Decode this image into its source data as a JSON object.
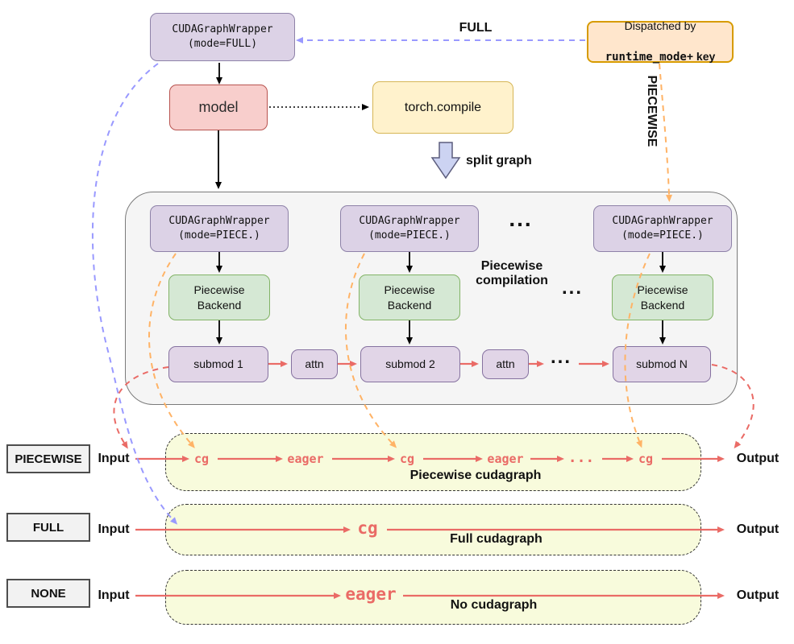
{
  "colors": {
    "purple-fill": "#dcd2e6",
    "purple-border": "#8e82a8",
    "purple2-fill": "#e1d5e7",
    "purple2-border": "#8672a0",
    "red-fill": "#f8cecc",
    "red-border": "#b85450",
    "yellow-fill": "#fff2cc",
    "yellow-border": "#d6b656",
    "orange-fill": "#ffe6cc",
    "orange-border": "#d79b00",
    "green-fill": "#d5e8d4",
    "green-border": "#82b366",
    "container-fill": "#f5f5f5",
    "container-border": "#7a7a7a",
    "track-fill": "#f8fbdc",
    "track-border": "#333333",
    "mode-fill": "#f2f2f2",
    "mode-border": "#4d4d4d",
    "arrow-red": "#ea6b66",
    "arrow-orange": "#ffb366",
    "arrow-purple": "#9999ff",
    "split-fill": "#ccd3f2",
    "split-border": "#5c5d7d"
  },
  "top": {
    "wrapper_full": "CUDAGraphWrapper\n(mode=FULL)",
    "dispatch_line1": "Dispatched by",
    "dispatch_code": "runtime_mode",
    "dispatch_rest": "+ key",
    "full_label": "FULL",
    "piecewise_label": "PIECEWISE",
    "model": "model",
    "torch_compile": "torch.compile",
    "split_graph": "split graph"
  },
  "compile_box": {
    "wrapper_piece": "CUDAGraphWrapper\n(mode=PIECE.)",
    "backend": "Piecewise\nBackend",
    "title": "Piecewise\ncompilation",
    "submod1": "submod 1",
    "submod2": "submod 2",
    "submodN": "submod N",
    "attn": "attn",
    "ellipsis": "..."
  },
  "rows": {
    "piecewise": {
      "mode": "PIECEWISE",
      "input": "Input",
      "output": "Output",
      "seq": [
        "cg",
        "eager",
        "cg",
        "eager",
        "...",
        "cg"
      ],
      "caption": "Piecewise cudagraph"
    },
    "full": {
      "mode": "FULL",
      "input": "Input",
      "output": "Output",
      "node": "cg",
      "caption": "Full cudagraph"
    },
    "none": {
      "mode": "NONE",
      "input": "Input",
      "output": "Output",
      "node": "eager",
      "caption": "No cudagraph"
    }
  }
}
